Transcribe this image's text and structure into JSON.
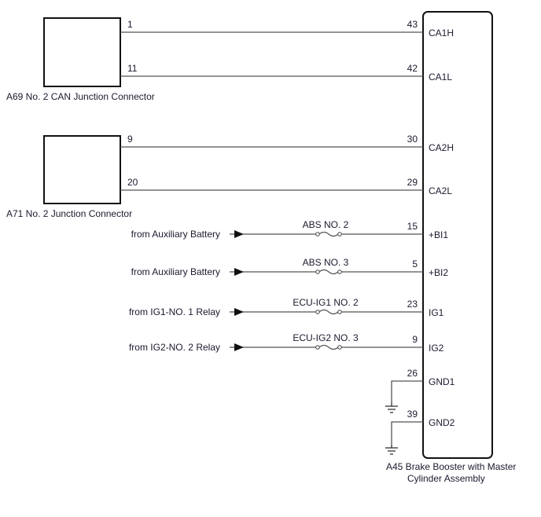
{
  "connectors": {
    "a69": {
      "label": "A69  No. 2 CAN Junction Connector",
      "pins": [
        "1",
        "11"
      ]
    },
    "a71": {
      "label": "A71  No. 2 Junction Connector",
      "pins": [
        "9",
        "20"
      ]
    },
    "a45": {
      "label_line1": "A45 Brake Booster with Master",
      "label_line2": "Cylinder Assembly"
    }
  },
  "ecu_pins": [
    {
      "num": "43",
      "name": "CA1H"
    },
    {
      "num": "42",
      "name": "CA1L"
    },
    {
      "num": "30",
      "name": "CA2H"
    },
    {
      "num": "29",
      "name": "CA2L"
    },
    {
      "num": "15",
      "name": "+BI1"
    },
    {
      "num": "5",
      "name": "+BI2"
    },
    {
      "num": "23",
      "name": "IG1"
    },
    {
      "num": "9",
      "name": "IG2"
    },
    {
      "num": "26",
      "name": "GND1"
    },
    {
      "num": "39",
      "name": "GND2"
    }
  ],
  "power_inputs": [
    {
      "source": "from Auxiliary Battery",
      "fuse": "ABS NO. 2"
    },
    {
      "source": "from Auxiliary Battery",
      "fuse": "ABS NO. 3"
    },
    {
      "source": "from IG1-NO. 1 Relay",
      "fuse": "ECU-IG1 NO. 2"
    },
    {
      "source": "from IG2-NO. 2 Relay",
      "fuse": "ECU-IG2 NO. 3"
    }
  ]
}
